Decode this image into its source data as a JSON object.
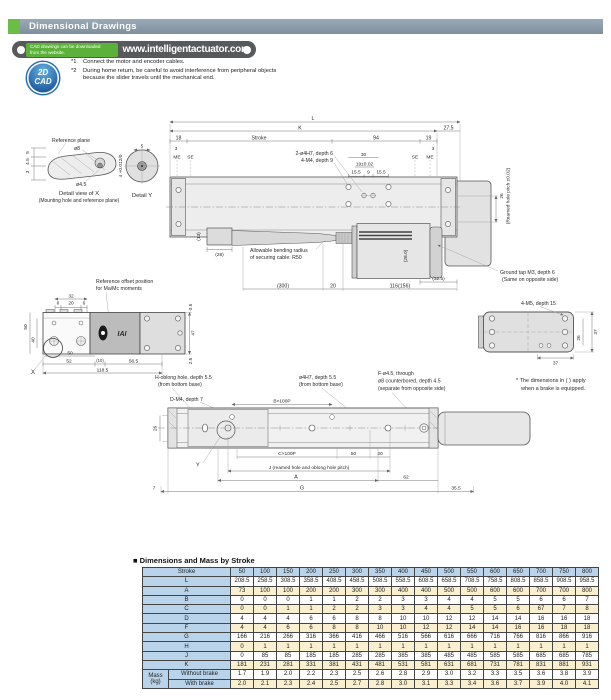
{
  "header": {
    "bar_title": "Dimensional Drawings"
  },
  "banner": {
    "note1": "CAD drawings can be downloaded",
    "note2": "from the website.",
    "url": "www.intelligentactuator.com"
  },
  "badge": {
    "top": "2D",
    "bottom": "CAD"
  },
  "notes": [
    {
      "marker": "*1",
      "text": "Connect the motor and encoder cables."
    },
    {
      "marker": "*2",
      "text": "During home return, be careful to avoid interference from peripheral objects because the slider travels until the mechanical end."
    }
  ],
  "drawing": {
    "detail_x": {
      "reference_plane": "Reference plane",
      "dia8": "ø8",
      "dia45": "ø4.5",
      "d5": "5",
      "d45": "4.5",
      "d3": "3",
      "title": "Detail view of X",
      "subtitle": "(Mounting hole and reference plane)"
    },
    "detail_y": {
      "d5": "5",
      "tol": "4 +0.012/0",
      "title": "Detail Y"
    },
    "elevation": {
      "L": "L",
      "K": "K",
      "d27_5": "27.5",
      "d18": "18",
      "stroke": "Stroke",
      "d94": "94",
      "d19": "19",
      "d3_left": "3",
      "d3_right": "3",
      "me_left": "ME",
      "se_left": "SE",
      "se_right": "SE",
      "me_right": "ME",
      "callout1": "2-ø4H7, depth 6",
      "callout2": "4-M4, depth 9",
      "d30": "30",
      "d19tol": "19±0.02",
      "d15_5a": "15.5",
      "d9": "9",
      "d15_5b": "15.5",
      "reamed_pitch": "26",
      "reamed_note": "(Reamed hole pitch ±0.02)"
    },
    "cable": {
      "d13": "(13)",
      "d28": "(28)",
      "bend1": "Allowable bending radius",
      "bend2": "of securing cable: R50",
      "d300": "(300)",
      "d20": "20",
      "d116": "116(156)",
      "d28v": "(28.0)",
      "d32_5": "(32.5)",
      "ground1": "Ground tap M3, depth 6",
      "ground2": "(Same on opposite side)"
    },
    "front": {
      "ref1": "Reference offset position",
      "ref2": "for Ma/Mc moments",
      "d32": "32",
      "d6a": "6",
      "d20": "20",
      "d6b": "6",
      "d50v": "50",
      "d40v": "40",
      "logo": "IAI",
      "d0_5": "0.5",
      "d47": "47",
      "d2_5": "2.5",
      "d50": "50",
      "d52": "52",
      "d10": "(10)",
      "d56_5": "56.5",
      "d118_5": "118.5",
      "x_label": "X"
    },
    "side": {
      "callout": "4-M5, depth 15",
      "d26": "26",
      "d37r": "37",
      "d37b": "37",
      "note1": "* The dimensions in ( ) apply",
      "note2": "when a brake is equipped."
    },
    "plan": {
      "oblong1": "H-oblong hole, depth 5.5",
      "oblong2": "(from bottom base)",
      "dm4": "D-M4, depth 7",
      "ream1": "ø4H7, depth 5.5",
      "ream2": "(from bottom base)",
      "bx100p": "B×100P",
      "cbore1": "F-ø4.5, through",
      "cbore2": "ø8 counterbored, depth 4.5",
      "cbore3": "(separate from opposite side)",
      "cx100p": "C×100P",
      "d50": "50",
      "d20": "20",
      "y_label": "Y",
      "j_label": "J (reamed hole and oblong hole pitch)",
      "a_label": "A",
      "d62": "62",
      "d7": "7",
      "g_label": "G",
      "d35_5": "35.5",
      "d26v": "26"
    }
  },
  "table": {
    "title": "■ Dimensions and Mass by Stroke",
    "stroke_label": "Stroke",
    "strokes": [
      "50",
      "100",
      "150",
      "200",
      "250",
      "300",
      "350",
      "400",
      "450",
      "500",
      "550",
      "600",
      "650",
      "700",
      "750",
      "800"
    ],
    "rows": [
      {
        "label": "L",
        "values": [
          "208.5",
          "258.5",
          "308.5",
          "358.5",
          "408.5",
          "458.5",
          "508.5",
          "558.5",
          "608.5",
          "658.5",
          "708.5",
          "758.5",
          "808.5",
          "858.5",
          "908.5",
          "958.5"
        ]
      },
      {
        "label": "A",
        "values": [
          "73",
          "100",
          "100",
          "200",
          "200",
          "300",
          "300",
          "400",
          "400",
          "500",
          "500",
          "600",
          "600",
          "700",
          "700",
          "800"
        ]
      },
      {
        "label": "B",
        "values": [
          "0",
          "0",
          "0",
          "1",
          "1",
          "2",
          "2",
          "3",
          "3",
          "4",
          "4",
          "5",
          "5",
          "6",
          "6",
          "7"
        ]
      },
      {
        "label": "C",
        "values": [
          "0",
          "0",
          "1",
          "1",
          "2",
          "2",
          "3",
          "3",
          "4",
          "4",
          "5",
          "5",
          "6",
          "67",
          "7",
          "8"
        ]
      },
      {
        "label": "D",
        "values": [
          "4",
          "4",
          "4",
          "6",
          "6",
          "8",
          "8",
          "10",
          "10",
          "12",
          "12",
          "14",
          "14",
          "16",
          "16",
          "18"
        ]
      },
      {
        "label": "F",
        "values": [
          "4",
          "4",
          "6",
          "6",
          "8",
          "8",
          "10",
          "10",
          "12",
          "12",
          "14",
          "14",
          "16",
          "16",
          "18",
          "18"
        ]
      },
      {
        "label": "G",
        "values": [
          "166",
          "216",
          "266",
          "316",
          "366",
          "416",
          "466",
          "516",
          "566",
          "616",
          "666",
          "716",
          "766",
          "816",
          "866",
          "916"
        ]
      },
      {
        "label": "H",
        "values": [
          "0",
          "1",
          "1",
          "1",
          "1",
          "1",
          "1",
          "1",
          "1",
          "1",
          "1",
          "1",
          "1",
          "1",
          "1",
          "1"
        ]
      },
      {
        "label": "J",
        "values": [
          "0",
          "85",
          "85",
          "185",
          "185",
          "285",
          "285",
          "385",
          "385",
          "485",
          "485",
          "585",
          "585",
          "685",
          "685",
          "785"
        ]
      },
      {
        "label": "K",
        "values": [
          "181",
          "231",
          "281",
          "331",
          "381",
          "431",
          "481",
          "531",
          "581",
          "631",
          "681",
          "731",
          "781",
          "831",
          "881",
          "931"
        ]
      }
    ],
    "mass_label1": "Mass",
    "mass_label2": "(kg)",
    "mass_rows": [
      {
        "label": "Without brake",
        "values": [
          "1.7",
          "1.9",
          "2.0",
          "2.2",
          "2.3",
          "2.5",
          "2.6",
          "2.8",
          "2.9",
          "3.0",
          "3.2",
          "3.3",
          "3.5",
          "3.6",
          "3.8",
          "3.9"
        ]
      },
      {
        "label": "With brake",
        "values": [
          "2.0",
          "2.1",
          "2.3",
          "2.4",
          "2.5",
          "2.7",
          "2.8",
          "3.0",
          "3.1",
          "3.3",
          "3.4",
          "3.6",
          "3.7",
          "3.9",
          "4.0",
          "4.1"
        ]
      }
    ]
  }
}
